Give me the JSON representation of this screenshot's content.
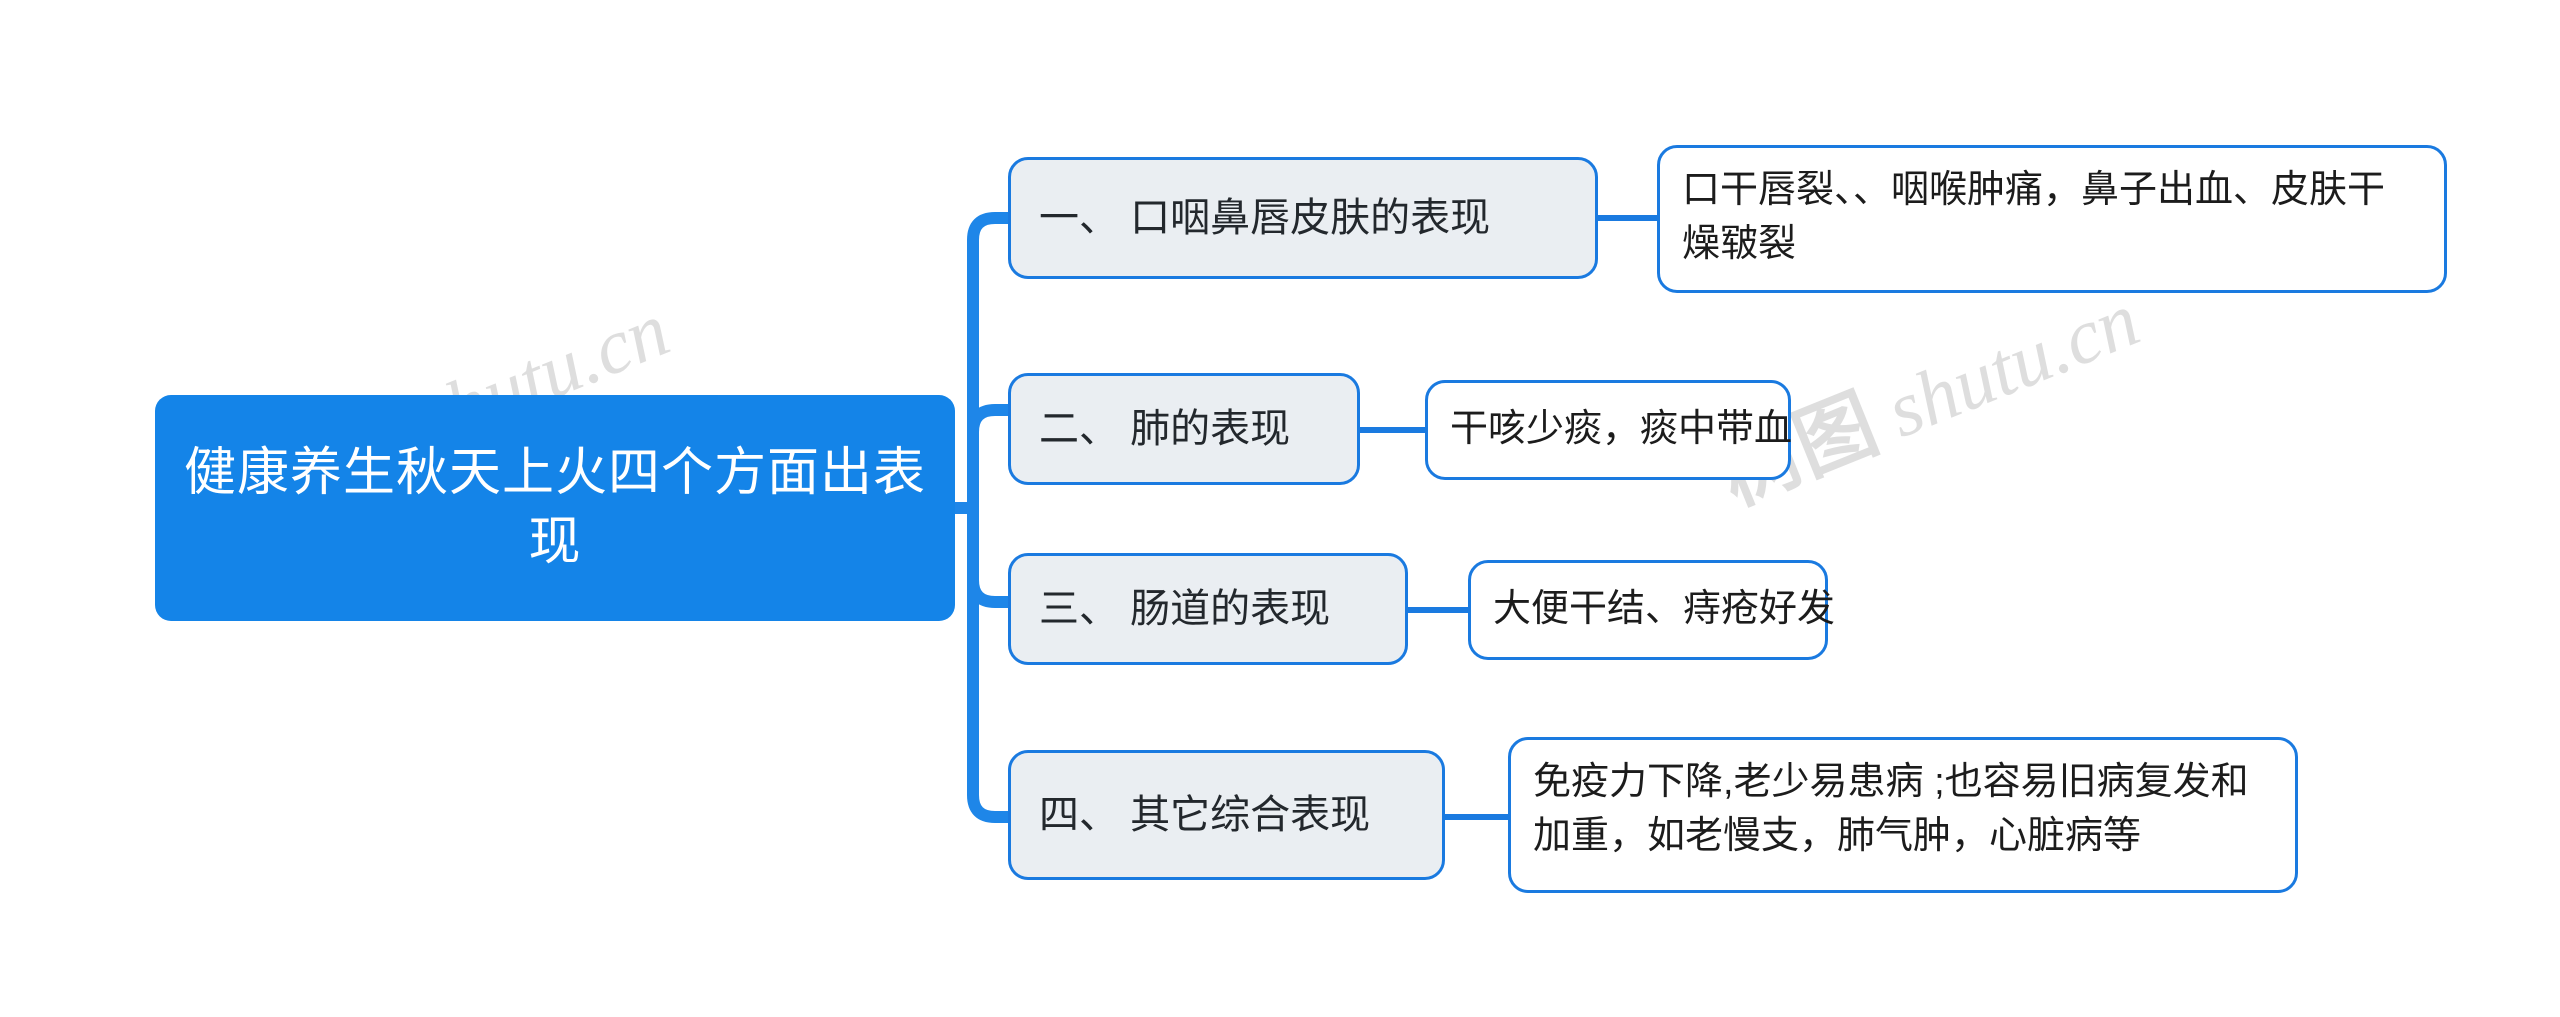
{
  "root": {
    "label": "健康养生秋天上火四个方面出表现",
    "fill": "#1484e8",
    "text_color": "#ffffff"
  },
  "theme": {
    "branch_fill": "#eaeef2",
    "leaf_fill": "#ffffff",
    "line_color": "#1a7ae0",
    "trunk_color": "#1e86e8",
    "text_color": "#23282d",
    "background": "#ffffff"
  },
  "branches": [
    {
      "id": "branch-1",
      "label": "一、  口咽鼻唇皮肤的表现",
      "leaf": "口干唇裂、、咽喉肿痛，鼻子出血、皮肤干燥皲裂"
    },
    {
      "id": "branch-2",
      "label": "二、  肺的表现",
      "leaf": "干咳少痰，痰中带血"
    },
    {
      "id": "branch-3",
      "label": "三、  肠道的表现",
      "leaf": "大便干结、痔疮好发"
    },
    {
      "id": "branch-4",
      "label": "四、  其它综合表现",
      "leaf": "免疫力下降,老少易患病 ;也容易旧病复发和加重，如老慢支，肺气肿，心脏病等"
    }
  ],
  "watermark": {
    "cjk": "树图",
    "latin": "shutu.cn"
  }
}
